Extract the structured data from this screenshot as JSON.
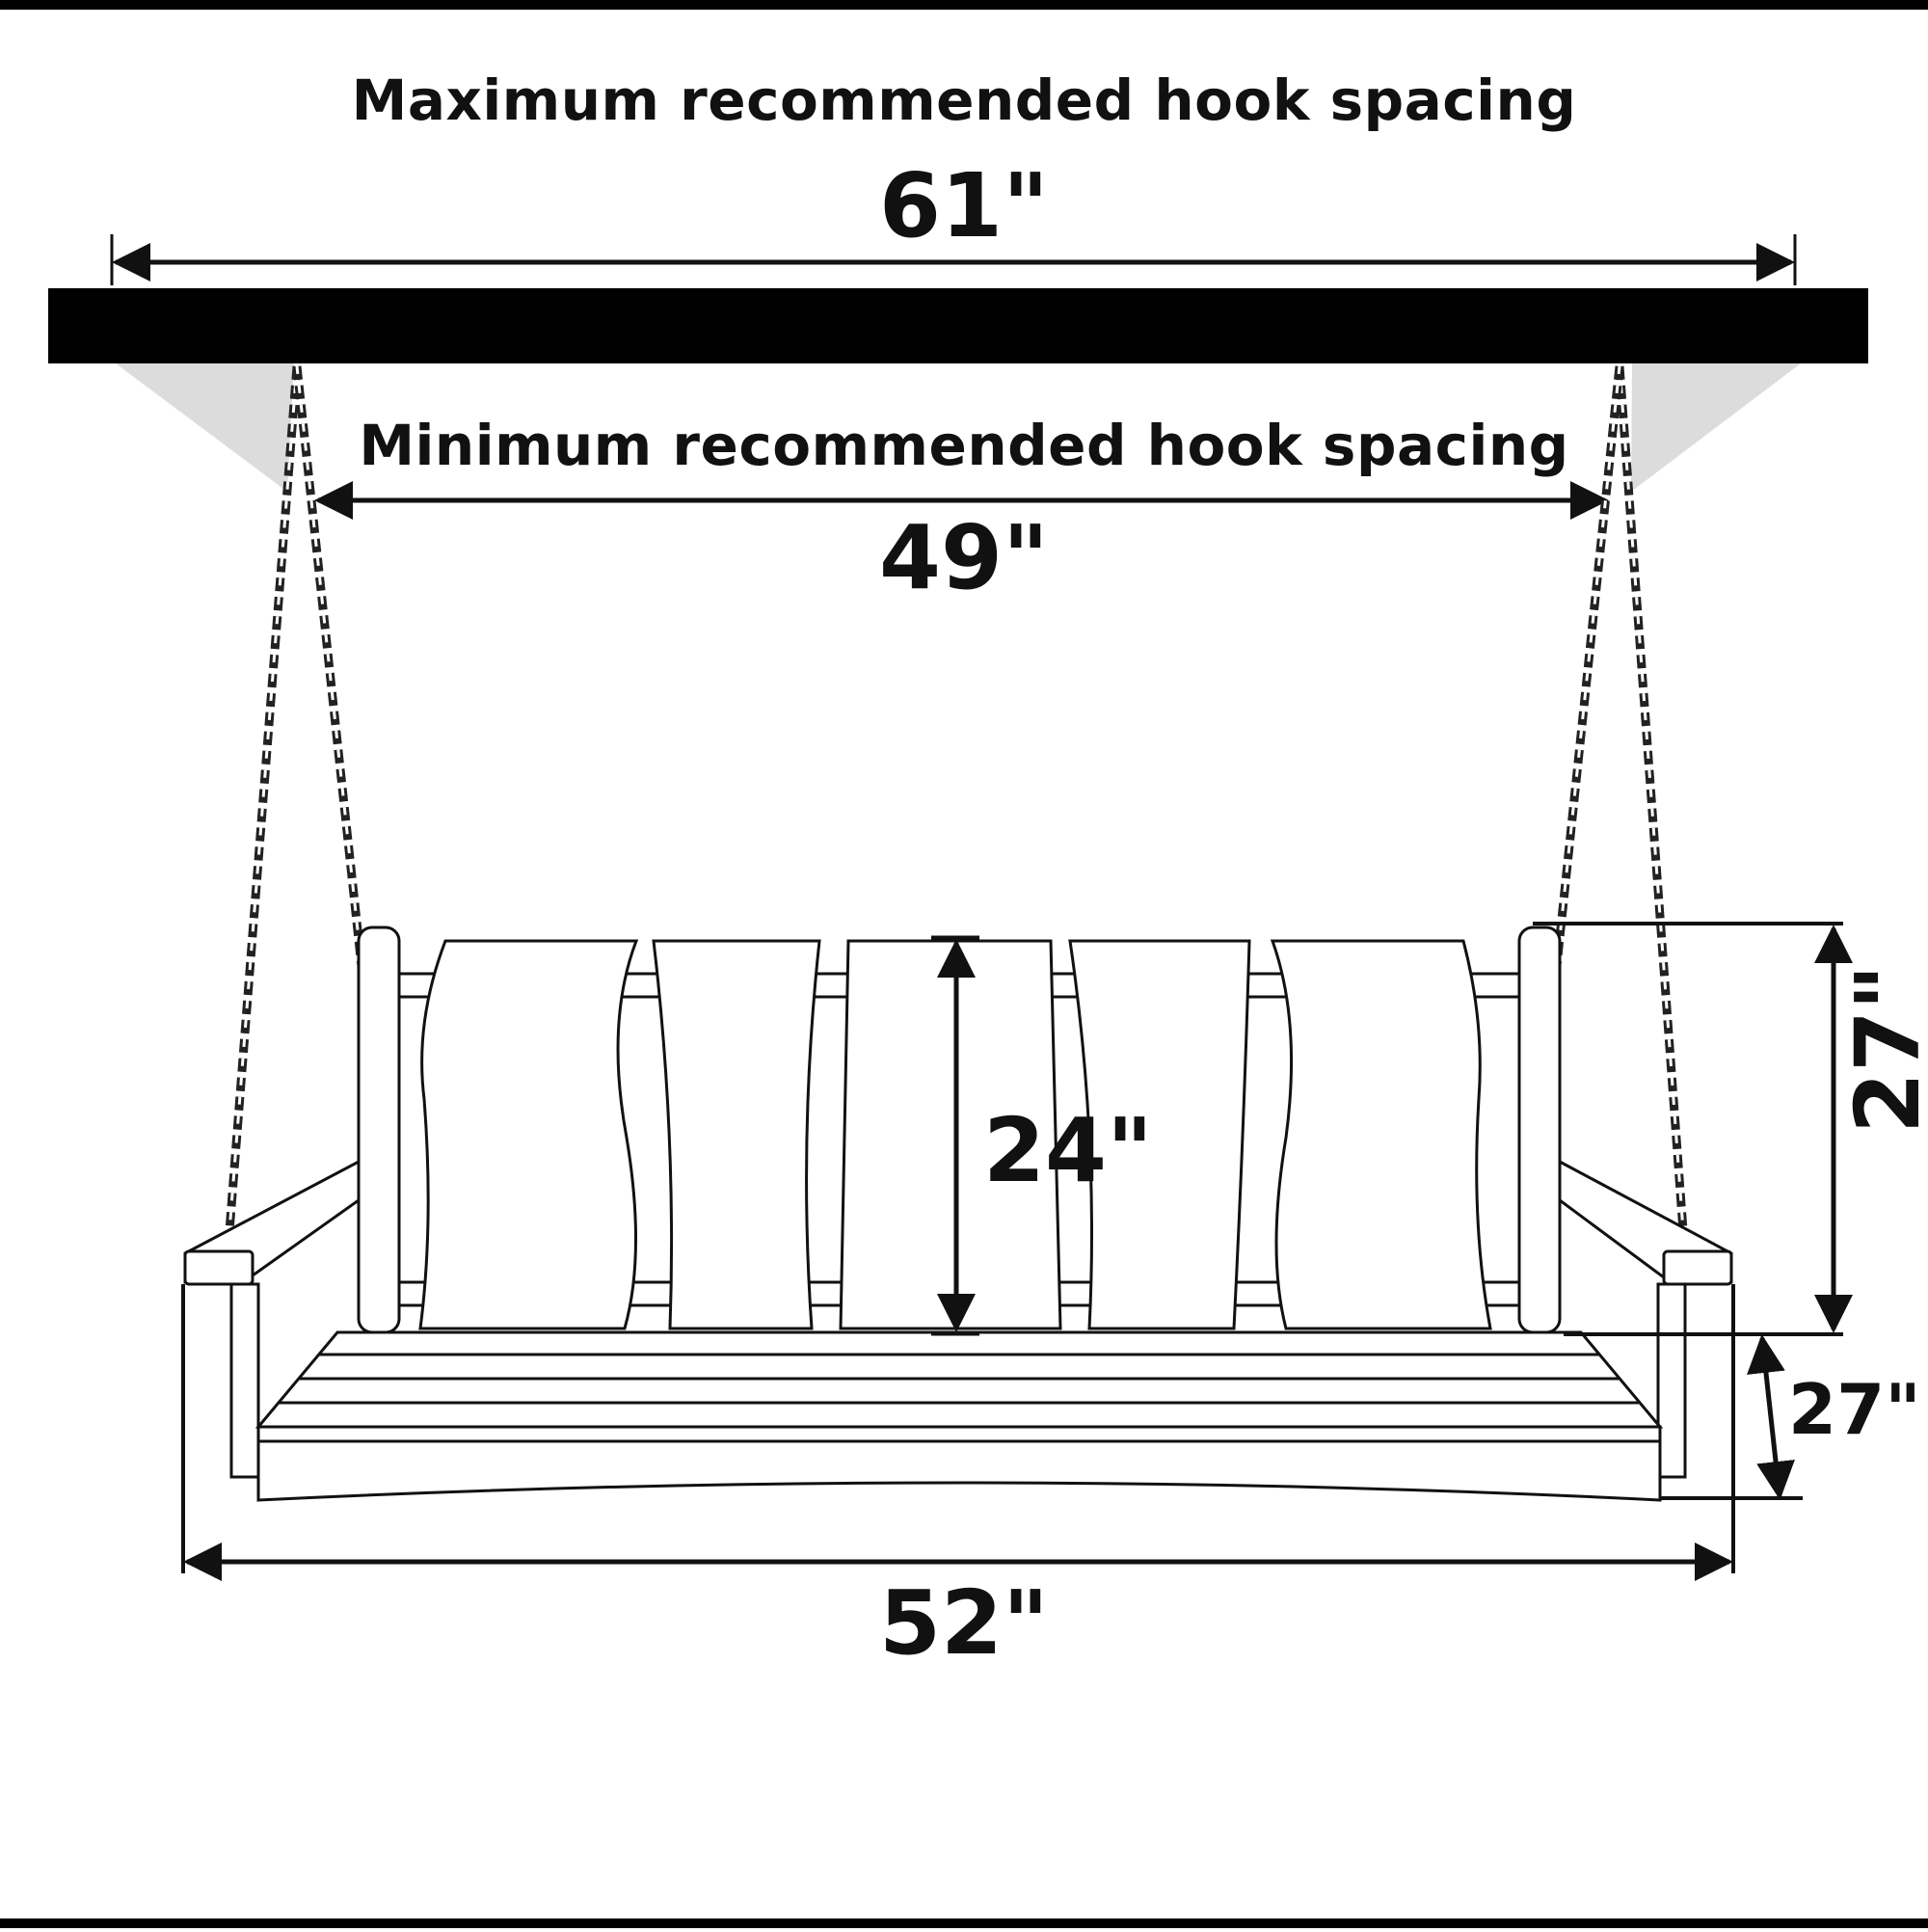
{
  "max_spacing": {
    "label": "Maximum recommended hook spacing",
    "value": "61\""
  },
  "min_spacing": {
    "label": "Minimum recommended hook spacing",
    "value": "49\""
  },
  "back_height": {
    "value": "24\""
  },
  "total_height": {
    "value": "27\""
  },
  "seat_depth": {
    "value": "27\""
  },
  "swing_width": {
    "value": "52\""
  },
  "colors": {
    "ink": "#111111",
    "bracket": "#dcdcdc",
    "beam": "#000000"
  }
}
